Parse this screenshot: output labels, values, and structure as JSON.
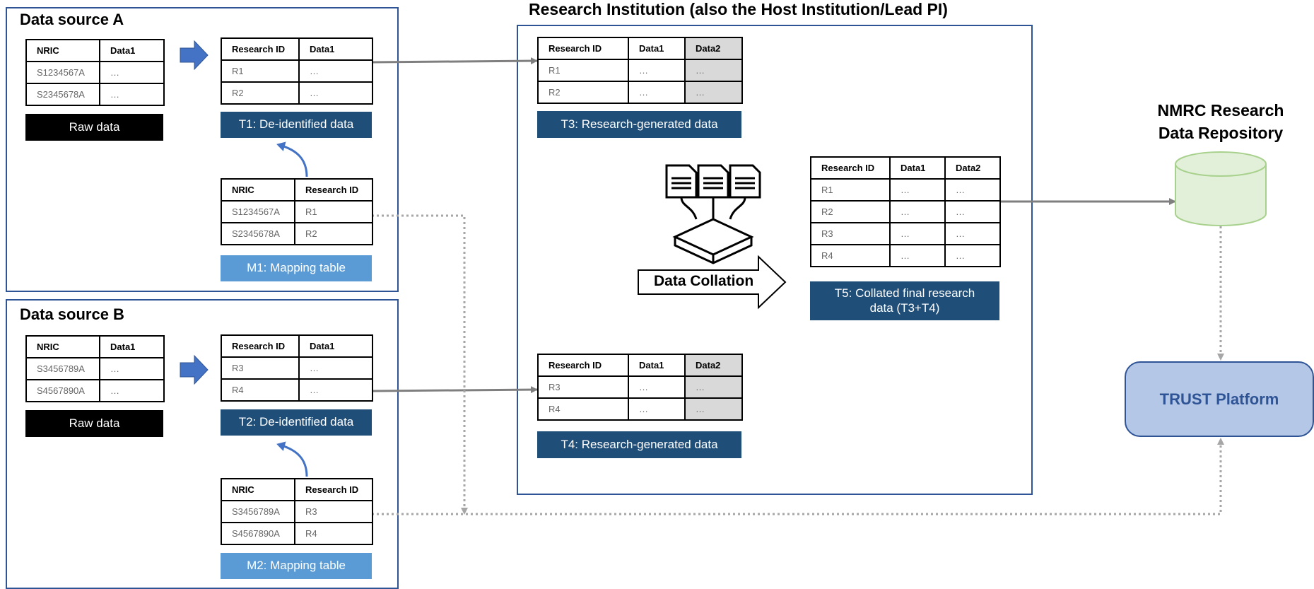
{
  "panels": {
    "source_a_title": "Data source A",
    "source_b_title": "Data source B",
    "institution_title": "Research Institution (also the Host Institution/Lead PI)"
  },
  "source_a": {
    "raw": {
      "headers": [
        "NRIC",
        "Data1"
      ],
      "rows": [
        [
          "S1234567A",
          "…"
        ],
        [
          "S2345678A",
          "…"
        ]
      ],
      "caption": "Raw data"
    },
    "t1": {
      "headers": [
        "Research ID",
        "Data1"
      ],
      "rows": [
        [
          "R1",
          "…"
        ],
        [
          "R2",
          "…"
        ]
      ],
      "caption": "T1: De-identified data"
    },
    "m1": {
      "headers": [
        "NRIC",
        "Research ID"
      ],
      "rows": [
        [
          "S1234567A",
          "R1"
        ],
        [
          "S2345678A",
          "R2"
        ]
      ],
      "caption": "M1: Mapping table"
    }
  },
  "source_b": {
    "raw": {
      "headers": [
        "NRIC",
        "Data1"
      ],
      "rows": [
        [
          "S3456789A",
          "…"
        ],
        [
          "S4567890A",
          "…"
        ]
      ],
      "caption": "Raw data"
    },
    "t2": {
      "headers": [
        "Research ID",
        "Data1"
      ],
      "rows": [
        [
          "R3",
          "…"
        ],
        [
          "R4",
          "…"
        ]
      ],
      "caption": "T2: De-identified data"
    },
    "m2": {
      "headers": [
        "NRIC",
        "Research ID"
      ],
      "rows": [
        [
          "S3456789A",
          "R3"
        ],
        [
          "S4567890A",
          "R4"
        ]
      ],
      "caption": "M2: Mapping table"
    }
  },
  "institution": {
    "t3": {
      "headers": [
        "Research ID",
        "Data1",
        "Data2"
      ],
      "rows": [
        [
          "R1",
          "…",
          "…"
        ],
        [
          "R2",
          "…",
          "…"
        ]
      ],
      "caption": "T3: Research-generated data"
    },
    "t4": {
      "headers": [
        "Research ID",
        "Data1",
        "Data2"
      ],
      "rows": [
        [
          "R3",
          "…",
          "…"
        ],
        [
          "R4",
          "…",
          "…"
        ]
      ],
      "caption": "T4: Research-generated data"
    },
    "t5": {
      "headers": [
        "Research ID",
        "Data1",
        "Data2"
      ],
      "rows": [
        [
          "R1",
          "…",
          "…"
        ],
        [
          "R2",
          "…",
          "…"
        ],
        [
          "R3",
          "…",
          "…"
        ],
        [
          "R4",
          "…",
          "…"
        ]
      ],
      "caption_line1": "T5: Collated final research",
      "caption_line2": "data (T3+T4)"
    },
    "collation_label": "Data Collation"
  },
  "repository": {
    "label_line1": "NMRC Research",
    "label_line2": "Data Repository"
  },
  "trust": {
    "label": "TRUST Platform"
  },
  "icons": {
    "documents": "documents-merge-icon",
    "flow_arrow": "block-arrow-right-icon",
    "database": "database-cylinder-icon"
  },
  "colors": {
    "panel_border": "#2f5496",
    "caption_dark": "#1f4e79",
    "caption_light": "#5b9bd5",
    "caption_black": "#000000",
    "db_fill": "#e2f0d9",
    "db_stroke": "#a9d18e",
    "trust_fill": "#b4c7e7",
    "shaded_cell": "#d9d9d9"
  }
}
